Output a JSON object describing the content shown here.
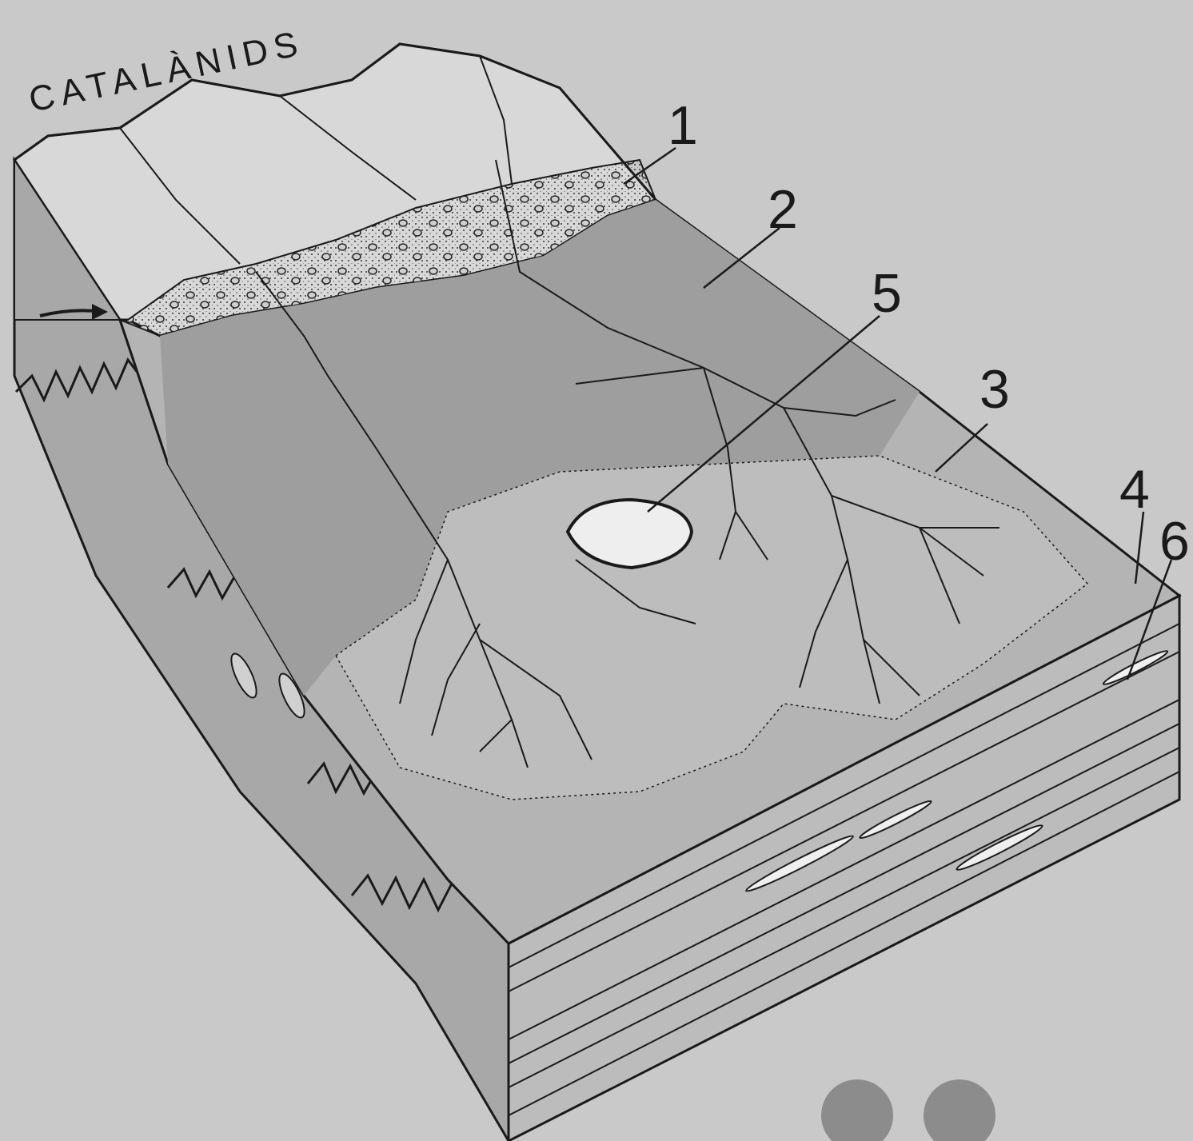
{
  "title": "CATALÀNIDS",
  "labels": {
    "l1": "1",
    "l2": "2",
    "l3": "3",
    "l4": "4",
    "l5": "5",
    "l6": "6"
  },
  "colors": {
    "background": "#c9c9c9",
    "mountain": "#d8d8d8",
    "conglomerate": "#9a9a9a",
    "alluvial_dark": "#9e9e9e",
    "alluvial_light": "#bdbdbd",
    "playa": "#b4b4b4",
    "lake": "#eeeeee",
    "front_face": "#bcbcbc",
    "side_face": "#a8a8a8",
    "ink": "#1a1a1a"
  },
  "decor": {
    "circles": "gray-circles"
  }
}
